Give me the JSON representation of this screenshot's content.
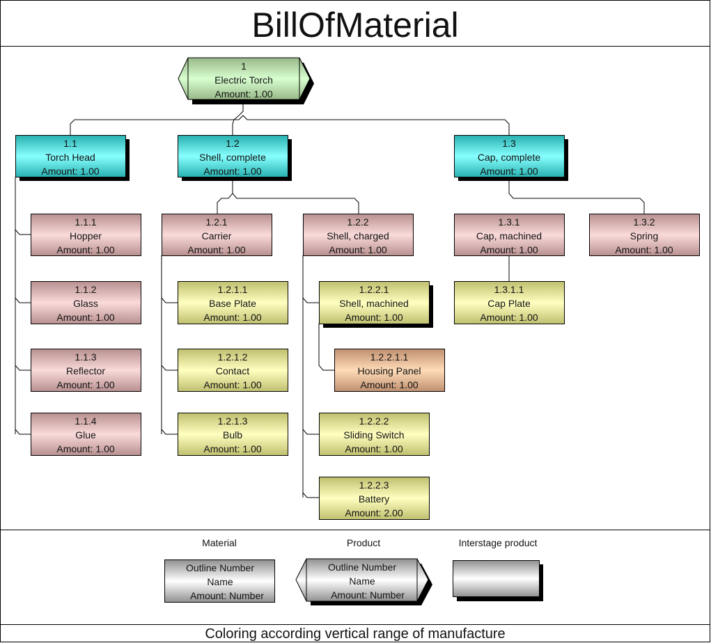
{
  "title": "BillOfMaterial",
  "footer": "Coloring according vertical range of manufacture",
  "colors": {
    "green": [
      "#98b888",
      "#d8ffd0"
    ],
    "cyan": [
      "#28b0b0",
      "#88ffff"
    ],
    "pink": [
      "#b89090",
      "#fadada"
    ],
    "yellow": [
      "#c0c070",
      "#ffffc0"
    ],
    "orange": [
      "#c09070",
      "#ffdcb8"
    ],
    "gray": [
      "#909090",
      "#ffffff"
    ]
  },
  "nodes": [
    {
      "id": "1",
      "number": "1",
      "name": "Electric Torch",
      "amount": "Amount: 1.00",
      "color": "green"
    },
    {
      "id": "1.1",
      "number": "1.1",
      "name": "Torch Head",
      "amount": "Amount: 1.00",
      "color": "cyan"
    },
    {
      "id": "1.2",
      "number": "1.2",
      "name": "Shell, complete",
      "amount": "Amount: 1.00",
      "color": "cyan"
    },
    {
      "id": "1.3",
      "number": "1.3",
      "name": "Cap, complete",
      "amount": "Amount: 1.00",
      "color": "cyan"
    },
    {
      "id": "1.1.1",
      "number": "1.1.1",
      "name": "Hopper",
      "amount": "Amount: 1.00",
      "color": "pink"
    },
    {
      "id": "1.1.2",
      "number": "1.1.2",
      "name": "Glass",
      "amount": "Amount: 1.00",
      "color": "pink"
    },
    {
      "id": "1.1.3",
      "number": "1.1.3",
      "name": "Reflector",
      "amount": "Amount: 1.00",
      "color": "pink"
    },
    {
      "id": "1.1.4",
      "number": "1.1.4",
      "name": "Glue",
      "amount": "Amount: 1.00",
      "color": "pink"
    },
    {
      "id": "1.2.1",
      "number": "1.2.1",
      "name": "Carrier",
      "amount": "Amount: 1.00",
      "color": "pink"
    },
    {
      "id": "1.2.2",
      "number": "1.2.2",
      "name": "Shell, charged",
      "amount": "Amount: 1.00",
      "color": "pink"
    },
    {
      "id": "1.2.1.1",
      "number": "1.2.1.1",
      "name": "Base Plate",
      "amount": "Amount: 1.00",
      "color": "yellow"
    },
    {
      "id": "1.2.1.2",
      "number": "1.2.1.2",
      "name": "Contact",
      "amount": "Amount: 1.00",
      "color": "yellow"
    },
    {
      "id": "1.2.1.3",
      "number": "1.2.1.3",
      "name": "Bulb",
      "amount": "Amount: 1.00",
      "color": "yellow"
    },
    {
      "id": "1.2.2.1",
      "number": "1.2.2.1",
      "name": "Shell, machined",
      "amount": "Amount: 1.00",
      "color": "yellow"
    },
    {
      "id": "1.2.2.1.1",
      "number": "1.2.2.1.1",
      "name": "Housing Panel",
      "amount": "Amount: 1.00",
      "color": "orange"
    },
    {
      "id": "1.2.2.2",
      "number": "1.2.2.2",
      "name": "Sliding Switch",
      "amount": "Amount: 1.00",
      "color": "yellow"
    },
    {
      "id": "1.2.2.3",
      "number": "1.2.2.3",
      "name": "Battery",
      "amount": "Amount: 2.00",
      "color": "yellow"
    },
    {
      "id": "1.3.1",
      "number": "1.3.1",
      "name": "Cap, machined",
      "amount": "Amount: 1.00",
      "color": "pink"
    },
    {
      "id": "1.3.2",
      "number": "1.3.2",
      "name": "Spring",
      "amount": "Amount: 1.00",
      "color": "pink"
    },
    {
      "id": "1.3.1.1",
      "number": "1.3.1.1",
      "name": "Cap Plate",
      "amount": "Amount: 1.00",
      "color": "yellow"
    }
  ],
  "legend": {
    "material": {
      "label": "Material",
      "number": "Outline Number",
      "name": "Name",
      "amount": "Amount: Number"
    },
    "product": {
      "label": "Product",
      "number": "Outline Number",
      "name": "Name",
      "amount": "Amount: Number"
    },
    "interstage": {
      "label": "Interstage product"
    }
  }
}
